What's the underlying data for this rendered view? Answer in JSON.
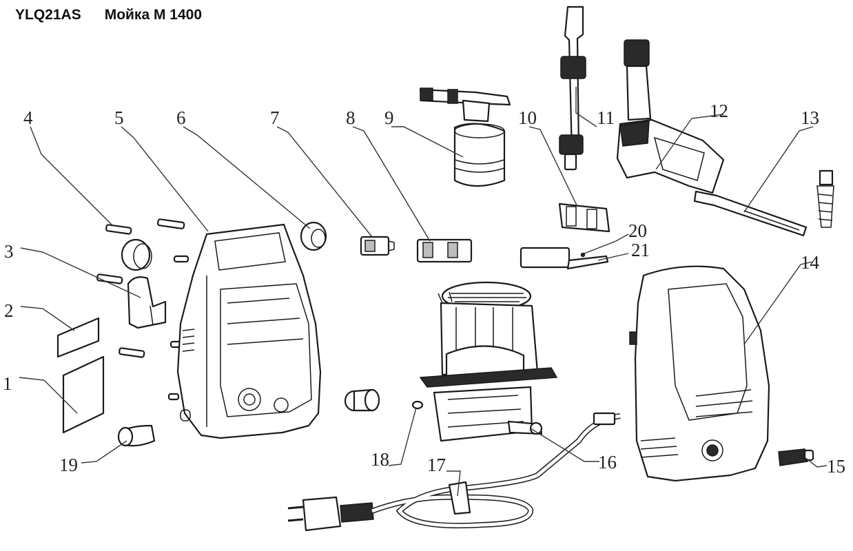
{
  "header": {
    "model": "YLQ21AS",
    "title": "Мойка М 1400"
  },
  "callouts": [
    {
      "id": "1",
      "label": "1"
    },
    {
      "id": "2",
      "label": "2"
    },
    {
      "id": "3",
      "label": "3"
    },
    {
      "id": "4",
      "label": "4"
    },
    {
      "id": "5",
      "label": "5"
    },
    {
      "id": "6",
      "label": "6"
    },
    {
      "id": "7",
      "label": "7"
    },
    {
      "id": "8",
      "label": "8"
    },
    {
      "id": "9",
      "label": "9"
    },
    {
      "id": "10",
      "label": "10"
    },
    {
      "id": "11",
      "label": "11"
    },
    {
      "id": "12",
      "label": "12"
    },
    {
      "id": "13",
      "label": "13"
    },
    {
      "id": "14",
      "label": "14"
    },
    {
      "id": "15",
      "label": "15"
    },
    {
      "id": "16",
      "label": "16"
    },
    {
      "id": "17",
      "label": "17"
    },
    {
      "id": "18",
      "label": "18"
    },
    {
      "id": "19",
      "label": "19"
    },
    {
      "id": "20",
      "label": "20"
    },
    {
      "id": "21",
      "label": "21"
    }
  ]
}
